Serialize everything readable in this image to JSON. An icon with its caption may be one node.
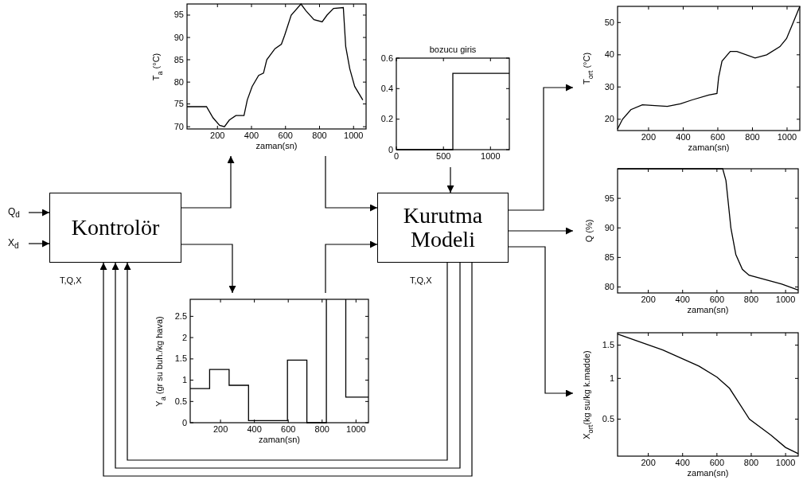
{
  "diagram": {
    "nodes": [
      {
        "text": [
          "Q$_{d}$"
        ]
      },
      {
        "text": [
          "X$_{d}$"
        ]
      },
      {
        "text": [
          "Kontrolör"
        ]
      },
      {
        "text": [
          "T$_{a}$ (°C)",
          "zaman(sn)",
          "95",
          "90",
          "85",
          "80",
          "75",
          "70",
          "200",
          "400",
          "600",
          "800",
          "1000"
        ]
      },
      {
        "text": [
          "bozucu giris",
          "0.6",
          "0.4",
          "0.2",
          "0",
          "0",
          "500",
          "1000"
        ]
      },
      {
        "text": [
          "Y$_{a}$ (gr su buh./kg hava)",
          "zaman(sn)",
          "2.5",
          "2",
          "1.5",
          "1",
          "0.5",
          "0",
          "200",
          "400",
          "600",
          "800",
          "1000"
        ]
      },
      {
        "text": [
          "Kurutma Modeli"
        ]
      },
      {
        "text": [
          "T$_{ort}$ (°C)",
          "zaman(sn)",
          "50",
          "40",
          "30",
          "20",
          "200",
          "400",
          "600",
          "800",
          "1000"
        ]
      },
      {
        "text": [
          "Q (%)",
          "zaman(sn)",
          "95",
          "90",
          "85",
          "80",
          "200",
          "400",
          "600",
          "800",
          "1000"
        ]
      },
      {
        "text": [
          "X$_{ort}$(kg su/kg k.madde)",
          "zaman(sn)",
          "1.5",
          "1",
          "0.5",
          "200",
          "400",
          "600",
          "800",
          "1000"
        ]
      }
    ],
    "edges": [
      {
        "from": 0,
        "to": 2,
        "arrow": "to"
      },
      {
        "from": 1,
        "to": 2,
        "arrow": "to"
      },
      {
        "from": 2,
        "to": 3,
        "arrow": "to"
      },
      {
        "from": 2,
        "to": 5,
        "arrow": "to"
      },
      {
        "from": 3,
        "to": 6,
        "arrow": "to"
      },
      {
        "from": 5,
        "to": 6,
        "arrow": "to"
      },
      {
        "from": 4,
        "to": 6,
        "arrow": "to"
      },
      {
        "from": 6,
        "to": 7,
        "arrow": "to"
      },
      {
        "from": 6,
        "to": 8,
        "arrow": "to"
      },
      {
        "from": 6,
        "to": 9,
        "arrow": "to"
      },
      {
        "from": 6,
        "to": 2,
        "arrow": "to"
      },
      {
        "from": 6,
        "to": 2,
        "arrow": "to"
      },
      {
        "from": 6,
        "to": 2,
        "arrow": "to"
      }
    ],
    "labels": [
      "T,Q,X",
      "T,Q,X"
    ]
  }
}
